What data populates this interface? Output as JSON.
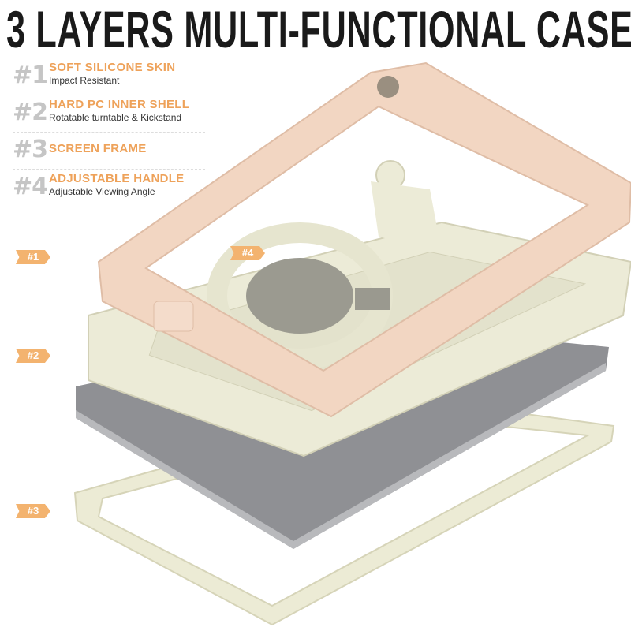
{
  "title": "3 LAYERS MULTI-FUNCTIONAL CASE",
  "features": [
    {
      "num": "#1",
      "heading": "SOFT SILICONE SKIN",
      "sub": "Impact Resistant"
    },
    {
      "num": "#2",
      "heading": "HARD PC INNER SHELL",
      "sub": "Rotatable turntable & Kickstand"
    },
    {
      "num": "#3",
      "heading": "SCREEN FRAME"
    },
    {
      "num": "#4",
      "heading": "ADJUSTABLE HANDLE",
      "sub": "Adjustable Viewing Angle"
    }
  ],
  "tags": [
    "#1",
    "#2",
    "#3",
    "#4"
  ],
  "colors": {
    "accent": "#f3b36f",
    "skin": "#f2d6c2",
    "shell": "#ecebd7",
    "tablet": "#8c8d90"
  }
}
